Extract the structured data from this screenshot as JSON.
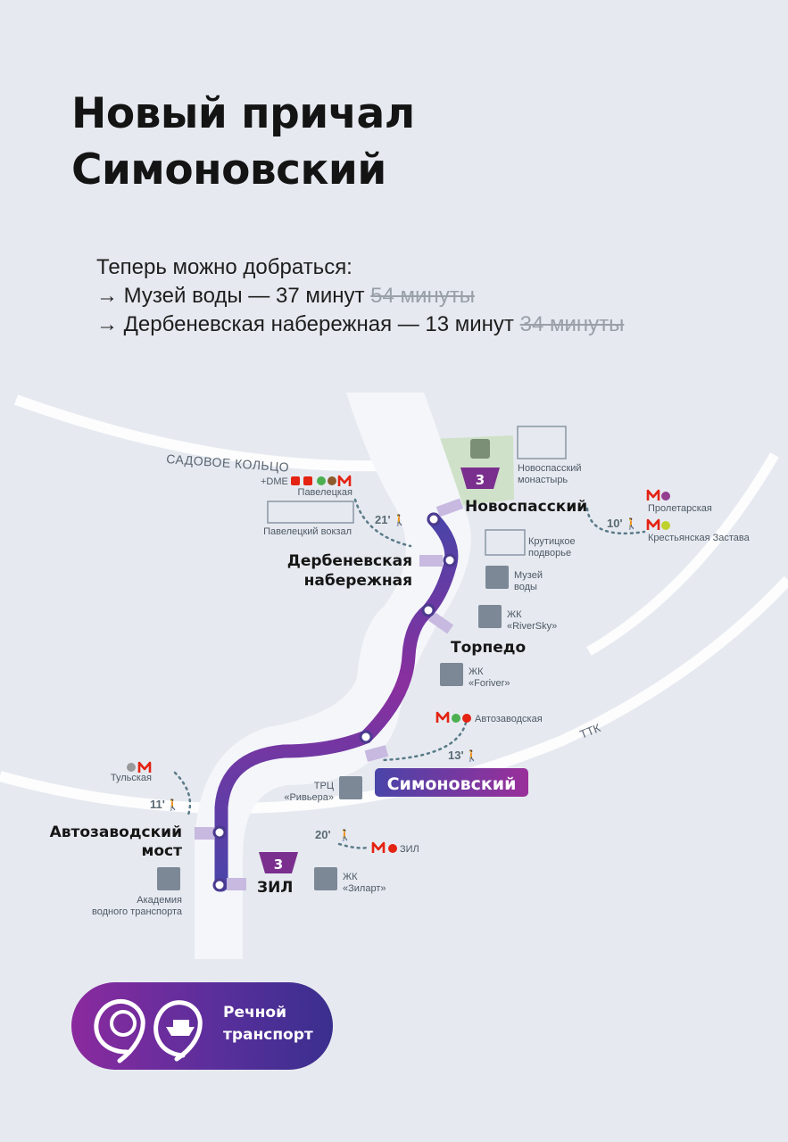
{
  "title": {
    "line1": "Новый причал",
    "line2": "Симоновский"
  },
  "subtitle": {
    "intro": "Теперь можно добраться:",
    "route1": {
      "text": "→ Музей воды — 37 минут",
      "old": "54 минуты"
    },
    "route2": {
      "text": "→ Дербеневская набережная — 13 минут",
      "old": "34 минуты"
    }
  },
  "map": {
    "road_sadovoe": "САДОВОЕ КОЛЬЦО",
    "road_ttk": "ТТК",
    "route_number": "3",
    "piers": {
      "novospassky": "Новоспасский",
      "derbenevskaya1": "Дербеневская",
      "derbenevskaya2": "набережная",
      "torpedo": "Торпедо",
      "simonovsky": "Симоновский",
      "avtozavodsky1": "Автозаводский",
      "avtozavodsky2": "мост",
      "zil": "ЗИЛ"
    },
    "landmarks": {
      "monastery1": "Новоспасский",
      "monastery2": "монастырь",
      "krutitskoe1": "Крутицкое",
      "krutitskoe2": "подворье",
      "water_museum1": "Музей",
      "water_museum2": "воды",
      "riversky1": "ЖК",
      "riversky2": "«RiverSky»",
      "foriver1": "ЖК",
      "foriver2": "«Foriver»",
      "riviera1": "ТРЦ",
      "riviera2": "«Ривьера»",
      "zilart1": "ЖК",
      "zilart2": "«Зиларт»",
      "academy1": "Академия",
      "academy2": "водного транспорта",
      "paveletsky_station": "Павелецкий вокзал"
    },
    "stations": {
      "paveletskaya": "Павелецкая",
      "proletarskaya": "Пролетарская",
      "krest_zastava": "Крестьянская Застава",
      "avtozavodskaya": "Автозаводская",
      "tulskaya": "Тульская",
      "zil_station": "ЗИЛ",
      "dme": "+DME"
    },
    "walk_times": {
      "paveletskaya": "21'",
      "proletarskaya": "10'",
      "avtozavodskaya": "13'",
      "tulskaya": "11'",
      "zil": "20'"
    }
  },
  "logo": {
    "line1": "Речной",
    "line2": "транспорт"
  },
  "colors": {
    "background": "#e6eaf0",
    "route_purple": "#8a2f9e",
    "route_blue": "#4a44a8",
    "metro_red": "#e42313",
    "walk_path": "#5a7a88"
  }
}
